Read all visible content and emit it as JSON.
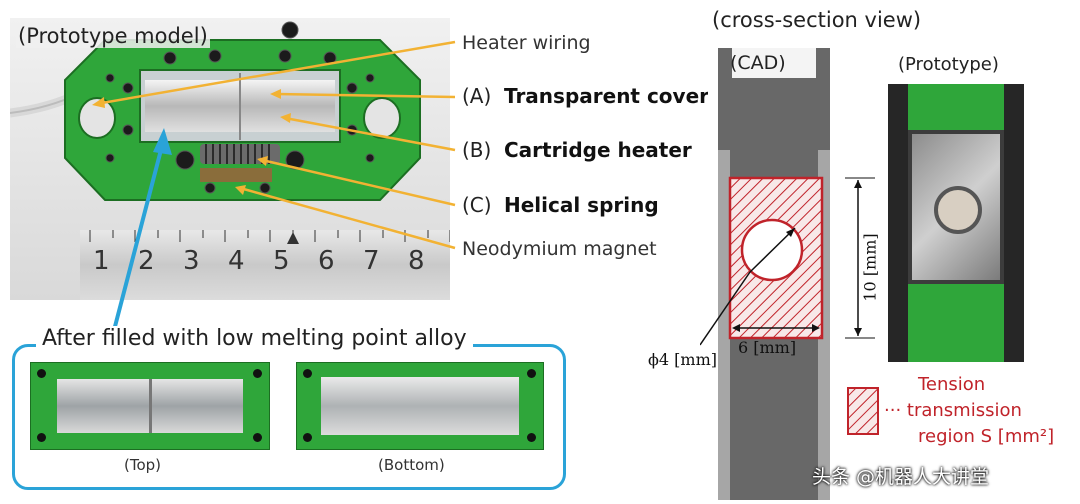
{
  "left_panel": {
    "title": "(Prototype model)",
    "ruler_digits": [
      "1",
      "2",
      "3",
      "4",
      "5",
      "6",
      "7",
      "8"
    ],
    "labels": {
      "heater_wiring": "Heater wiring",
      "a_key": "(A)",
      "a_text": "Transparent cover",
      "b_key": "(B)",
      "b_text": "Cartridge heater",
      "c_key": "(C)",
      "c_text": "Helical spring",
      "neodymium": "Neodymium magnet"
    },
    "filled_caption": "After filled with low melting point alloy",
    "top_caption": "(Top)",
    "bottom_caption": "(Bottom)"
  },
  "right_panel": {
    "title": "(cross-section view)",
    "cad_label": "(CAD)",
    "prototype_label": "(Prototype)",
    "dim_height": "10 [mm]",
    "dim_width": "6 [mm]",
    "dim_diameter": "ϕ4 [mm]",
    "legend_line1": "Tension",
    "legend_line2": "··· transmission",
    "legend_line3": "region S [mm²]"
  },
  "watermark": "头条 @机器人大讲堂",
  "colors": {
    "annotation_yellow": "#f2b233",
    "frame_blue": "#2aa3d8",
    "hatch_red": "#c0232a",
    "pcb_green": "#2fa63a"
  }
}
